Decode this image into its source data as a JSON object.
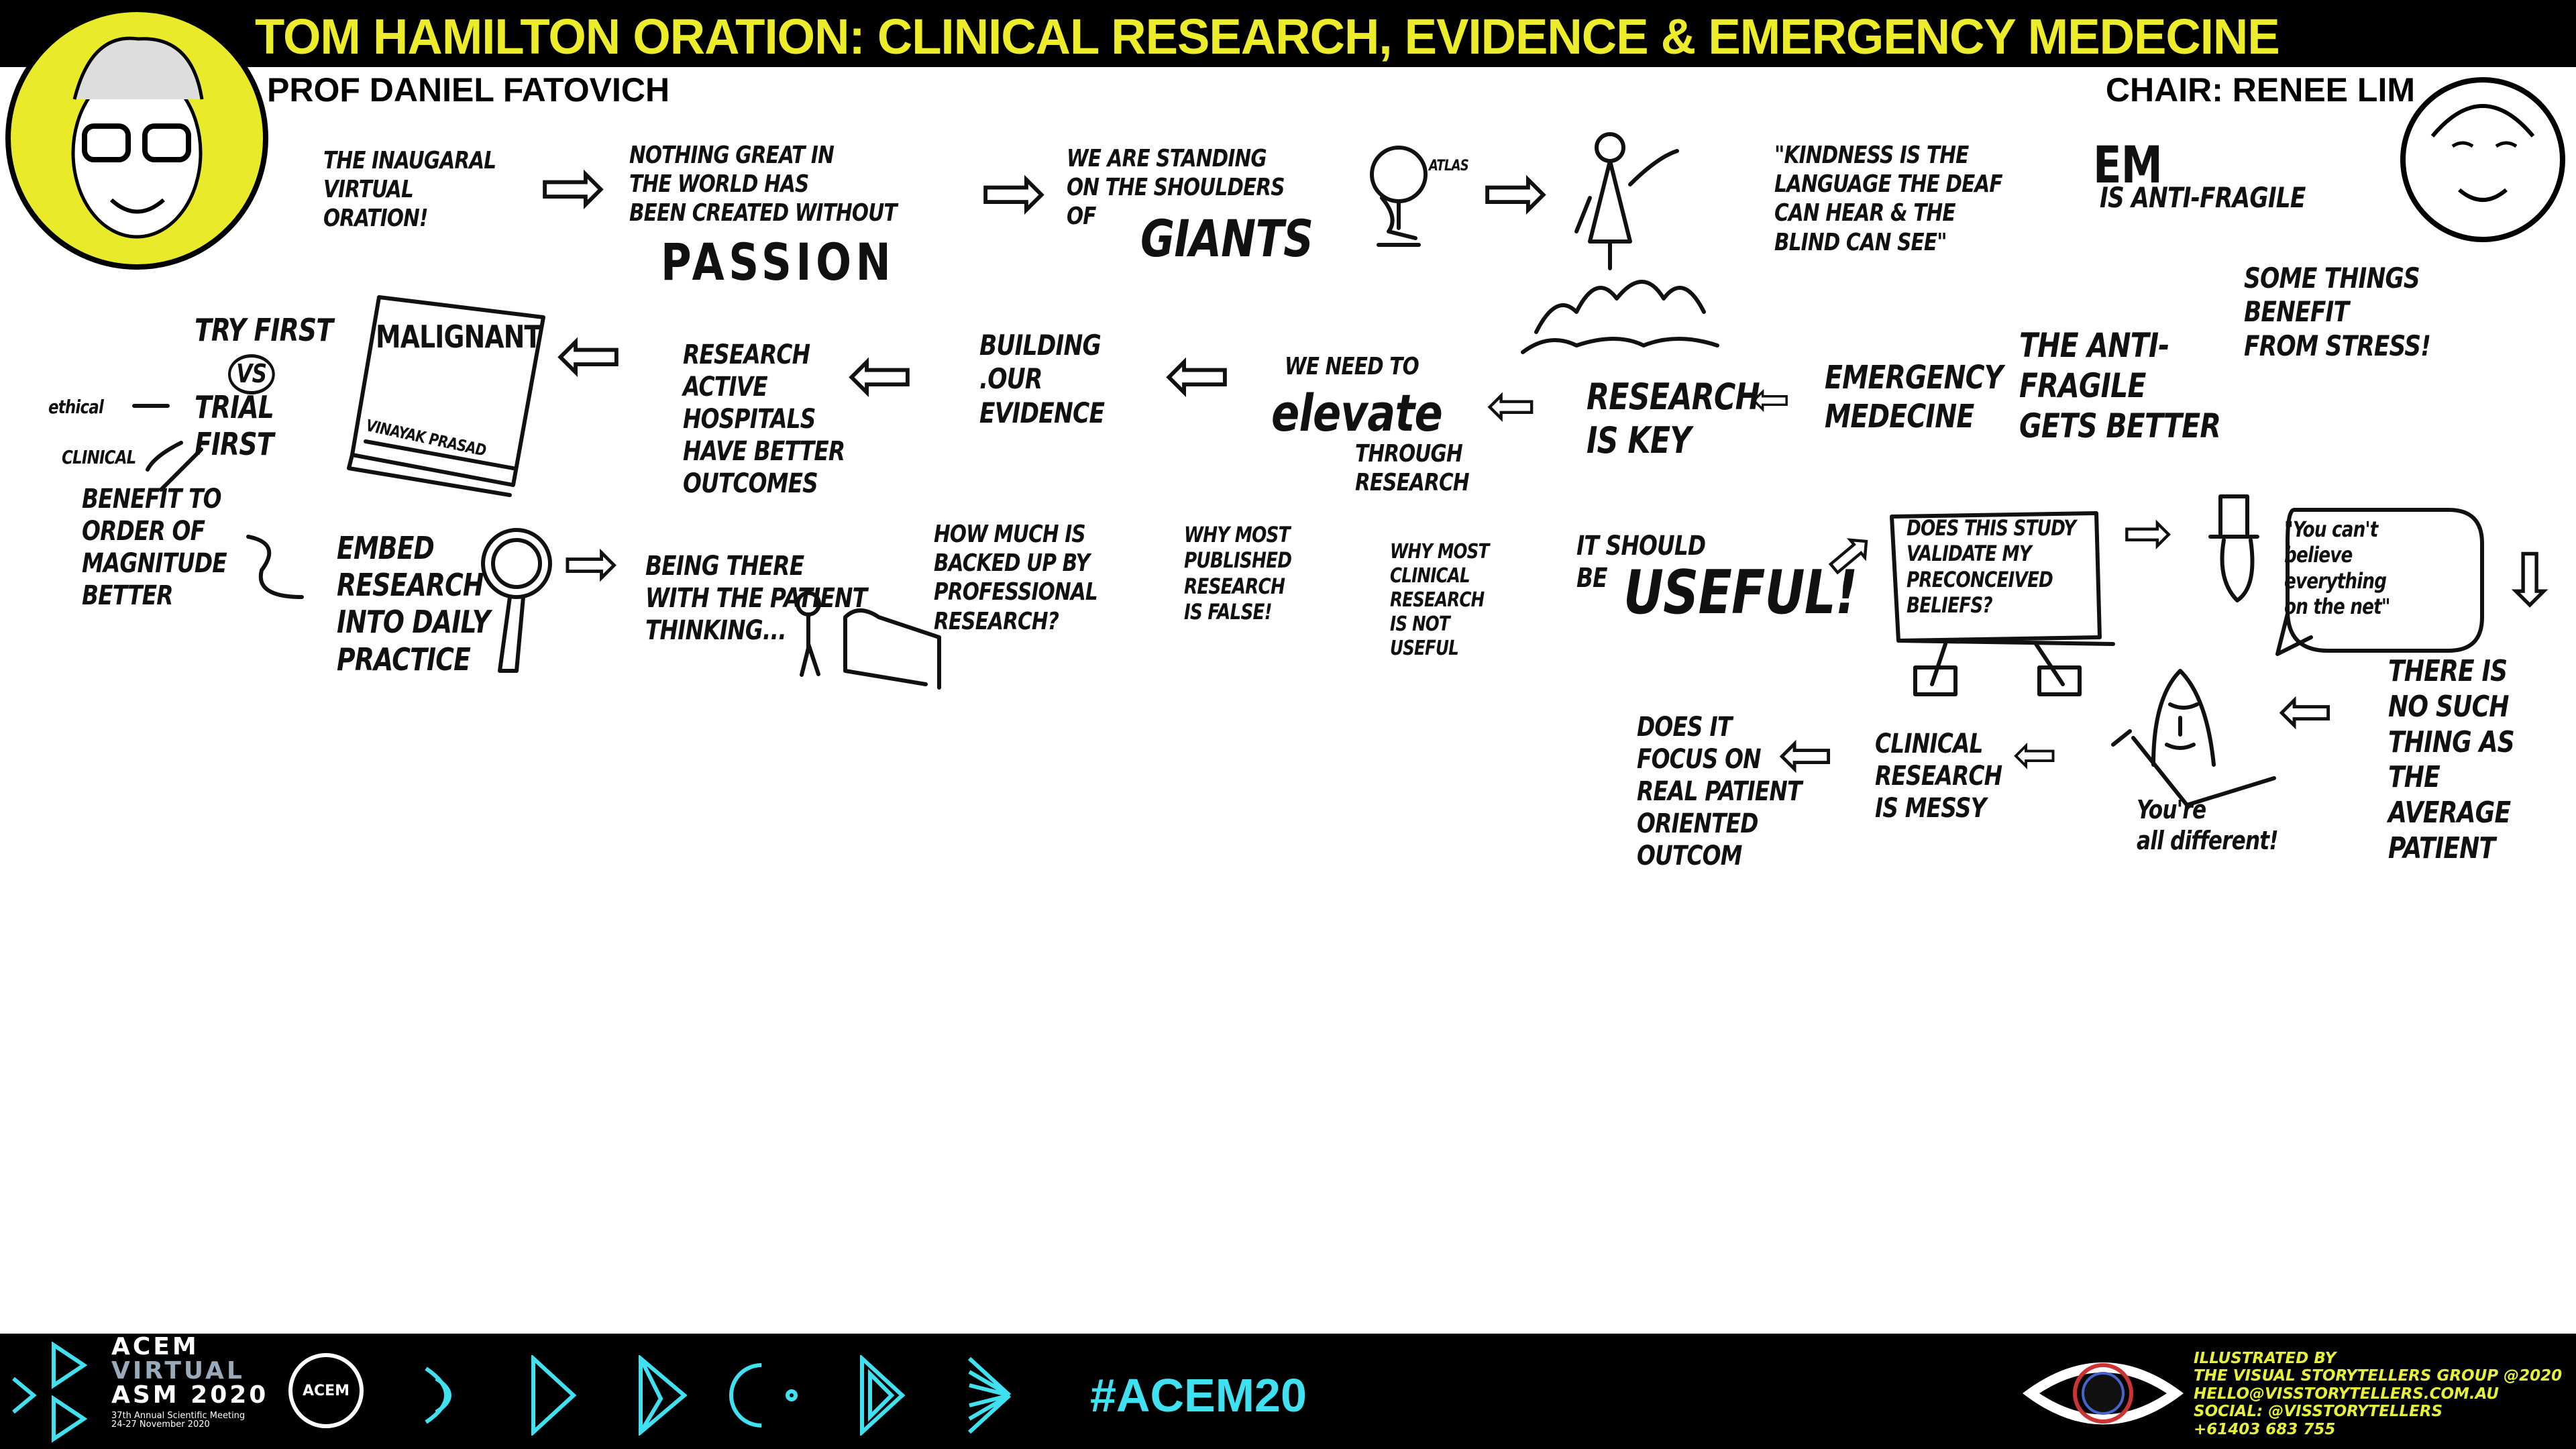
{
  "header": {
    "title": "TOM HAMILTON ORATION: CLINICAL RESEARCH, EVIDENCE & EMERGENCY MEDECINE",
    "speaker": "PROF DANIEL FATOVICH",
    "chair": "CHAIR: RENEE LIM",
    "accent_color": "#ecec2a"
  },
  "notes": {
    "inaugural": "The inaugaral\nvirtual\noration!",
    "passion": "Nothing great in\nthe world has\nbeen created without",
    "passion_word": "PASSION",
    "giants": "We are standing\non the shoulders\nof",
    "giants_word": "GIANTS",
    "atlas": "ATLAS",
    "kindness": "\"Kindness is the\nlanguage the deaf\ncan hear & the\nblind can see\"",
    "em": "EM",
    "antifragile": "is anti-fragile",
    "benefit_stress": "some things\nBENEFIT\nfrom stress!",
    "anti_better": "The ANTI-\nFRAGILE\ngets better",
    "em_full": "Emergency\nMedecine",
    "research_key": "Research\nis key",
    "elevate_pre": "We need to",
    "elevate": "elevate",
    "elevate_post": "through\nresearch",
    "building": "Building\n.our\nevidence",
    "hospitals": "Research\nactive\nhospitals\nhave better\noutcomes",
    "book_title": "MALIGNANT",
    "book_author": "VINAYAK PRASAD",
    "try_first": "TRY FIRST",
    "vs": "VS",
    "trial_first": "TRIAL\nFIRST",
    "ethical": "ethical",
    "clinical": "clinical",
    "benefit_order": "Benefit to\norder of\nmagnitude\nbetter",
    "embed": "Embed\nresearch\ninto daily\npractice",
    "being_there": "Being there\nwith the patient\nthinking...",
    "how_much": "How much is\nbacked up by\nprofessional\nresearch?",
    "published_false": "Why most\npublished\nresearch\nis false!",
    "not_useful": "Why most\nclinical\nresearch\nis not\nuseful",
    "should_be": "It should\nbe",
    "useful": "USEFUL!",
    "validate": "Does this study\nvalidate my\npreconceived\nbeliefs?",
    "net_quote": "\"You can't\nbelieve\neverything\non the net\"",
    "no_average": "There is\nNO such\nthing as\nthe average\npatient",
    "all_different": "You're\nall different!",
    "messy": "Clinical\nresearch\nis messy",
    "focus": "Does it\nfocus on\nreal patient\noriented\noutcom"
  },
  "footer": {
    "logo_line1": "ACEM",
    "logo_line2": "VIRTUAL",
    "logo_line3": "ASM 2020",
    "logo_line4": "37th Annual Scientific Meeting",
    "logo_line5": "24-27 November 2020",
    "emblem_text": "ACEM",
    "hashtag": "#ACEM20",
    "credits": "Illustrated by\nThe Visual Storytellers Group @2020\nhello@visstorytellers.com.au\nSocial: @visstorytellers\n+61403 683 755",
    "hashtag_color": "#3fe0f0",
    "credit_color": "#e6f03a",
    "icons": [
      "triangle-play-icon",
      "heart-wave-icon",
      "play-outline-icon",
      "polygon-arrow-icon",
      "broken-circle-icon",
      "nested-play-icon",
      "radiating-lines-icon",
      "visual-storytellers-eye-logo"
    ]
  }
}
